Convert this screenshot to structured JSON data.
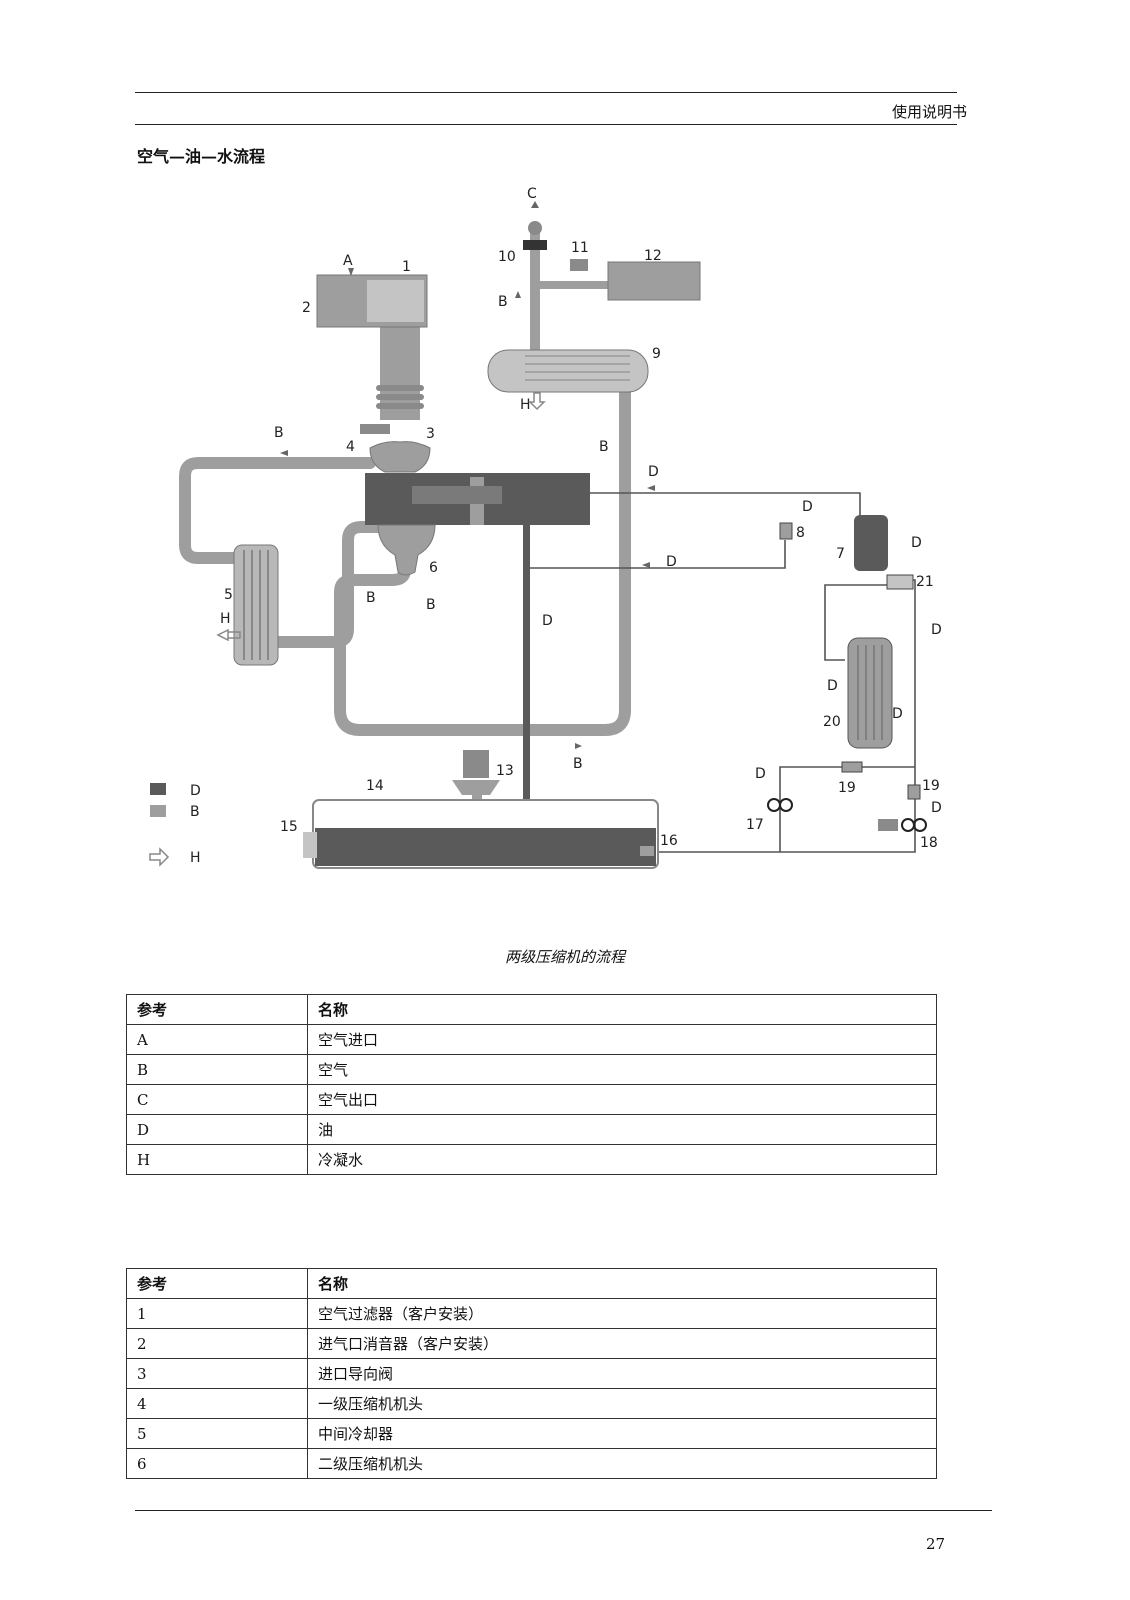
{
  "header": {
    "text": "使用说明书"
  },
  "section_title": "空气—油—水流程",
  "diagram": {
    "flow_letters": {
      "A": "A",
      "B": "B",
      "C": "C",
      "D": "D",
      "H": "H"
    },
    "component_numbers": [
      "1",
      "2",
      "3",
      "4",
      "5",
      "6",
      "7",
      "8",
      "9",
      "10",
      "11",
      "12",
      "13",
      "14",
      "15",
      "16",
      "17",
      "18",
      "19",
      "20",
      "21"
    ],
    "legend": [
      {
        "letter": "D",
        "swatch": "dark",
        "color": "#5a5a5a"
      },
      {
        "letter": "B",
        "swatch": "medium",
        "color": "#9e9e9e"
      },
      {
        "letter": "H",
        "swatch": "hollow-arrow"
      }
    ],
    "colors": {
      "oil_dark": "#5a5a5a",
      "air_medium": "#9e9e9e",
      "component_light": "#c4c4c4",
      "line": "#555555"
    }
  },
  "caption": "两级压缩机的流程",
  "table1": {
    "headers": [
      "参考",
      "名称"
    ],
    "rows": [
      [
        "A",
        "空气进口"
      ],
      [
        "B",
        "空气"
      ],
      [
        "C",
        "空气出口"
      ],
      [
        "D",
        "油"
      ],
      [
        "H",
        "冷凝水"
      ]
    ]
  },
  "table2": {
    "headers": [
      "参考",
      "名称"
    ],
    "rows": [
      [
        "1",
        "空气过滤器（客户安装）"
      ],
      [
        "2",
        "进气口消音器（客户安装）"
      ],
      [
        "3",
        "进口导向阀"
      ],
      [
        "4",
        "一级压缩机机头"
      ],
      [
        "5",
        "中间冷却器"
      ],
      [
        "6",
        "二级压缩机机头"
      ]
    ]
  },
  "footer": {
    "page_number": "27"
  }
}
